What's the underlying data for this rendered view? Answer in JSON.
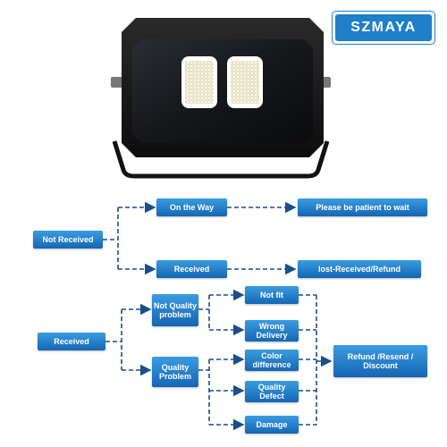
{
  "brand": {
    "name": "SZMAYA"
  },
  "product": {
    "name": "LED flood light with bracket"
  },
  "flow_top": {
    "root": "Not Received",
    "branch_a": "On the Way",
    "result_a": "Please be patient to wait",
    "branch_b": "Received",
    "result_b": "lost-Received/Refund"
  },
  "flow_bottom": {
    "root": "Received",
    "branch_a": "Not Quality problem",
    "branch_b": "Quality Problem",
    "leaf_not_fit": "Not fit",
    "leaf_wrong": "Wrong Delivery",
    "leaf_color": "Color difference",
    "leaf_defect": "Quality Defect",
    "leaf_damage": "Damage",
    "result": "Refund /Resend / Discount"
  },
  "colors": {
    "accent": "#1f7fc8",
    "line": "#1a4f8a"
  }
}
